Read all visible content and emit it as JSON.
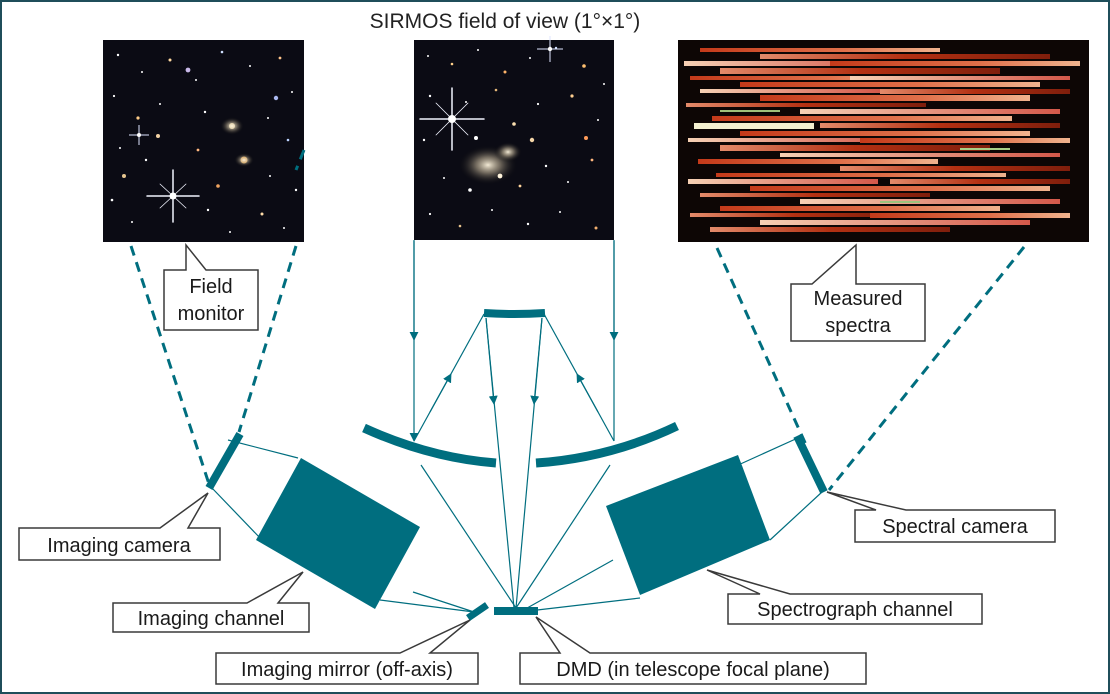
{
  "title": "SIRMOS field of view (1°×1°)",
  "labels": {
    "field_monitor_line1": "Field",
    "field_monitor_line2": "monitor",
    "measured_spectra_line1": "Measured",
    "measured_spectra_line2": "spectra",
    "imaging_camera": "Imaging camera",
    "spectral_camera": "Spectral camera",
    "imaging_channel": "Imaging channel",
    "spectrograph_channel": "Spectrograph channel",
    "imaging_mirror": "Imaging mirror (off-axis)",
    "dmd": "DMD (in telescope focal plane)"
  },
  "colors": {
    "teal": "#006e7f",
    "frame": "#1f4e5a",
    "callout_border": "#3a3a3a",
    "starfield": "#0b0b14"
  },
  "images": {
    "left": "starfield-image",
    "center": "starfield-image",
    "right": "spectra-image"
  }
}
